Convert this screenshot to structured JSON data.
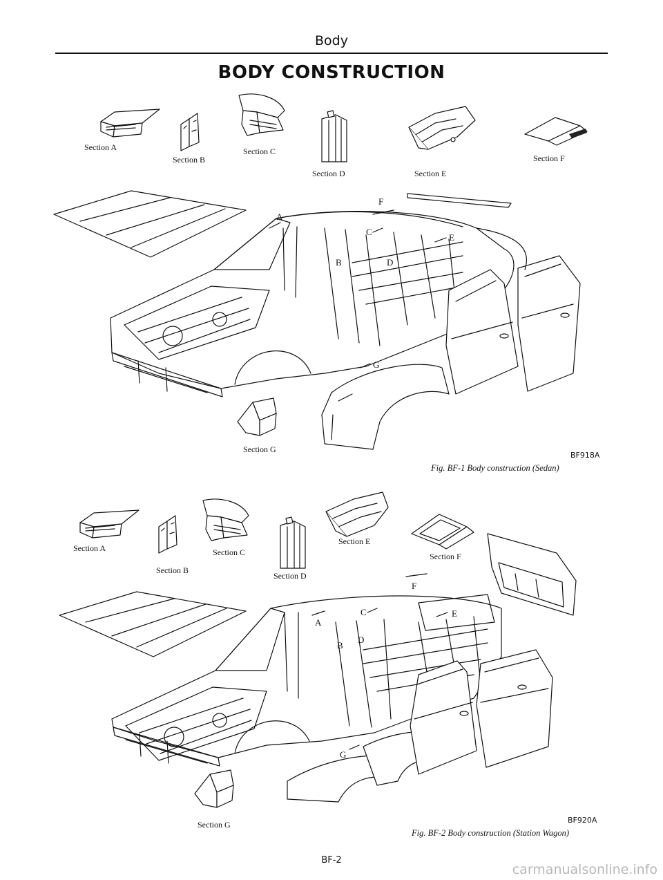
{
  "header": {
    "running_title": "Body",
    "page_title": "BODY CONSTRUCTION",
    "page_number": "BF-2"
  },
  "figure1": {
    "sections": {
      "a": "Section A",
      "b": "Section B",
      "c": "Section C",
      "d": "Section D",
      "e": "Section E",
      "f": "Section F",
      "g": "Section G"
    },
    "markers": [
      "A",
      "B",
      "C",
      "D",
      "E",
      "F",
      "G"
    ],
    "code": "BF918A",
    "caption": "Fig. BF-1 Body construction (Sedan)"
  },
  "figure2": {
    "sections": {
      "a": "Section A",
      "b": "Section B",
      "c": "Section C",
      "d": "Section D",
      "e": "Section E",
      "f": "Section F",
      "g": "Section G"
    },
    "markers": [
      "A",
      "B",
      "C",
      "D",
      "E",
      "F",
      "G"
    ],
    "code": "BF920A",
    "caption": "Fig. BF-2 Body construction (Station Wagon)"
  },
  "watermark": "carmanualsonline.info"
}
